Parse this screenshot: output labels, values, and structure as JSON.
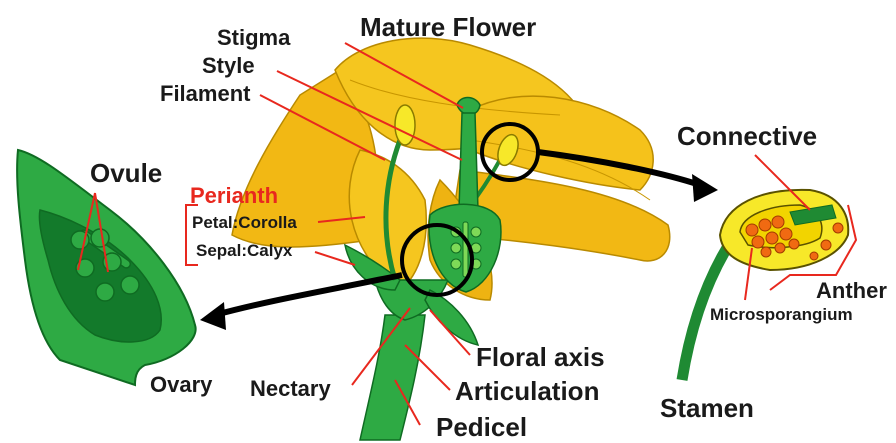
{
  "title": "Mature Flower",
  "labels": {
    "stigma": "Stigma",
    "style": "Style",
    "filament": "Filament",
    "ovule": "Ovule",
    "perianth": "Perianth",
    "petal": "Petal:Corolla",
    "sepal": "Sepal:Calyx",
    "ovary": "Ovary",
    "nectary": "Nectary",
    "pedicel": "Pedicel",
    "articulation": "Articulation",
    "floral_axis": "Floral axis",
    "connective": "Connective",
    "anther": "Anther",
    "microsporangium": "Microsporangium",
    "stamen": "Stamen"
  },
  "colors": {
    "petal": "#f5c21b",
    "petal_dark": "#e0a300",
    "green": "#27a23a",
    "green_dark": "#0f6b22",
    "leader": "#e8281e",
    "pollen": "#f06a12",
    "anther_yellow": "#f7e829"
  }
}
